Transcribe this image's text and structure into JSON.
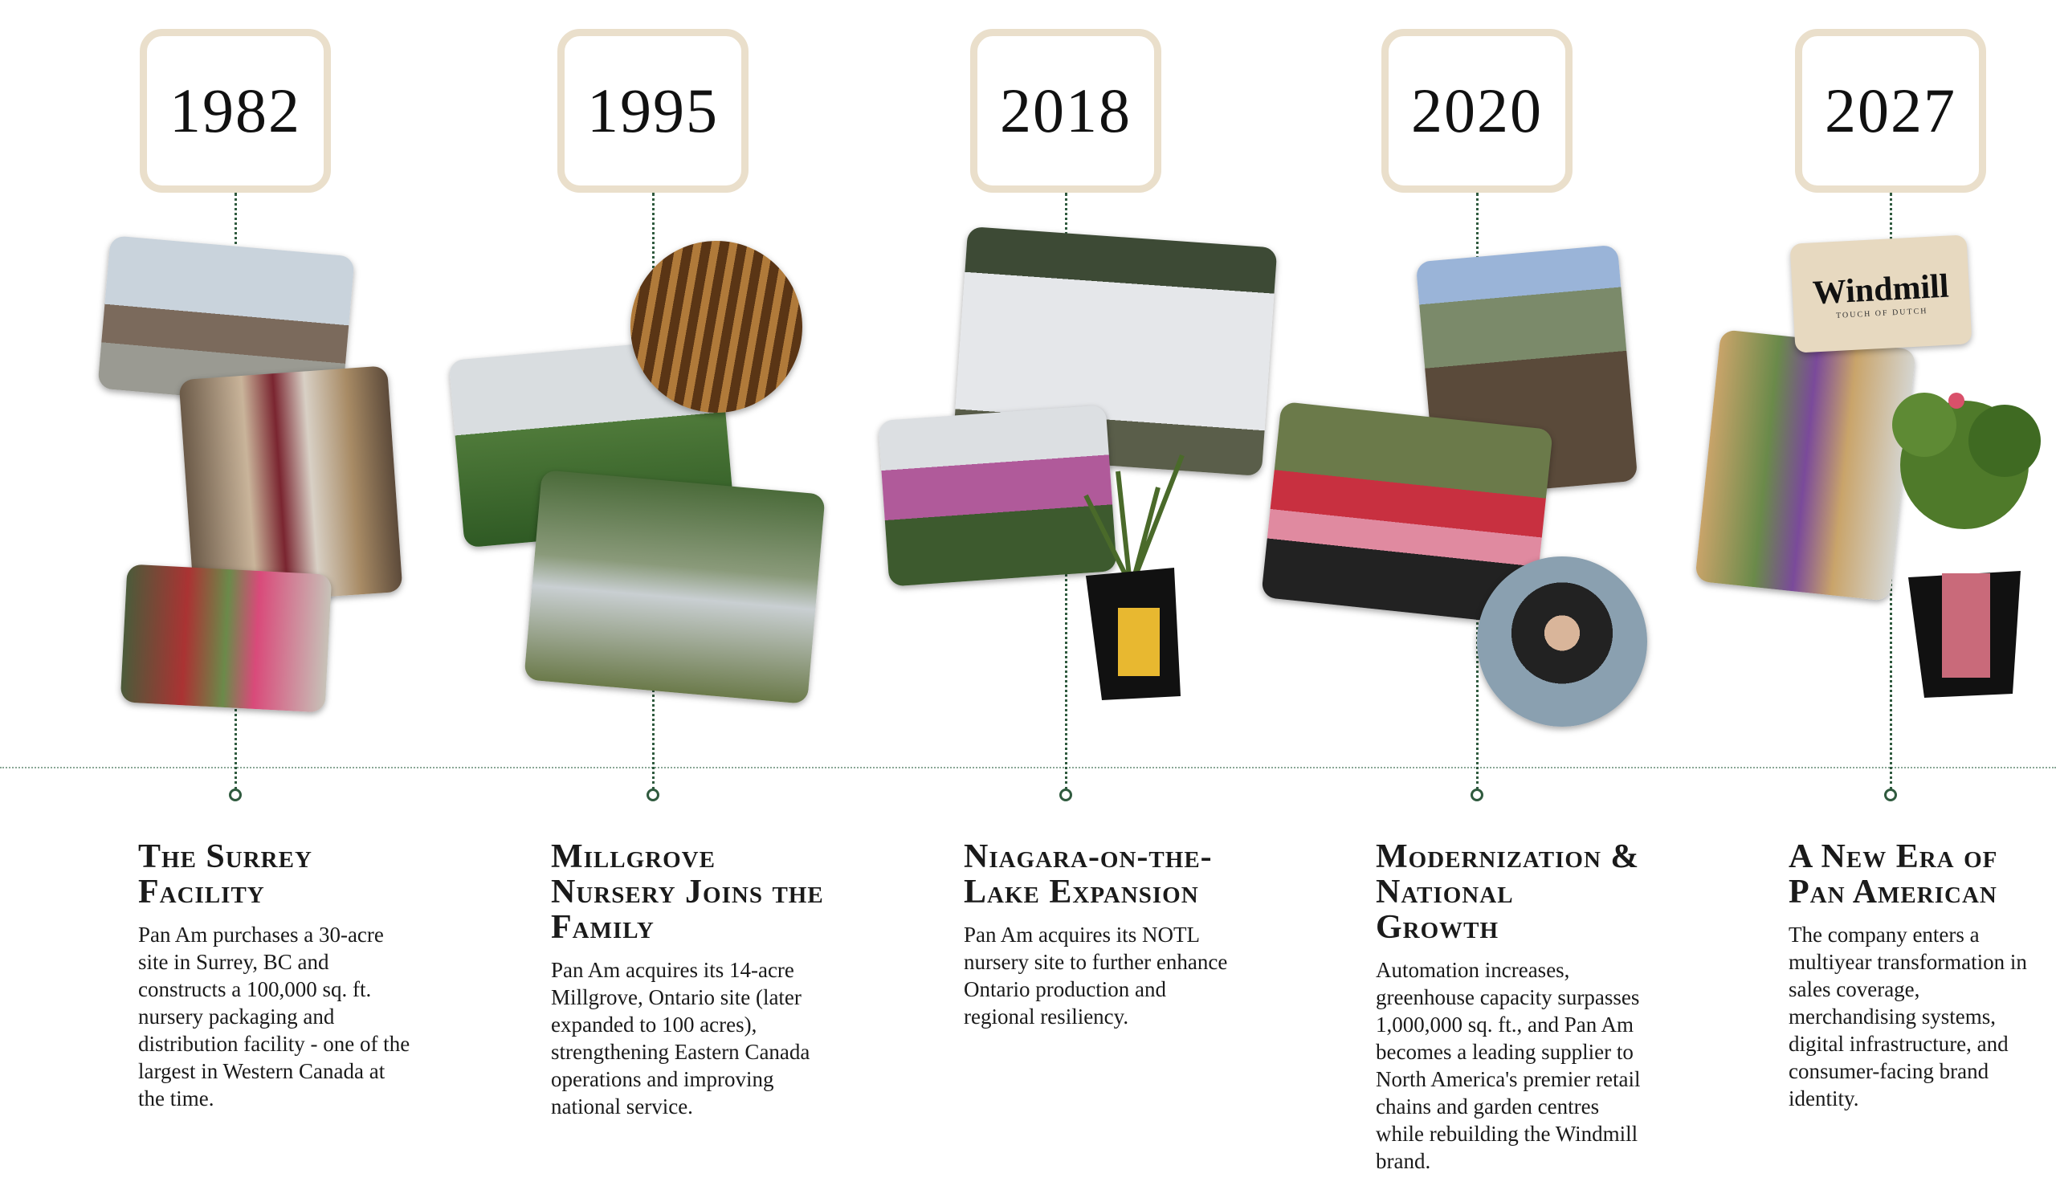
{
  "milestones": [
    {
      "year": "1982",
      "title": "The Surrey Facility",
      "body": "Pan Am purchases a 30-acre site in Surrey, BC and constructs a 100,000 sq. ft. nursery packaging and distribution facility - one of the largest in Western Canada at the time."
    },
    {
      "year": "1995",
      "title": "Millgrove Nursery Joins the Family",
      "body": "Pan Am acquires its 14-acre Millgrove, Ontario site (later expanded to 100 acres), strengthening Eastern Canada operations and improving national service."
    },
    {
      "year": "2018",
      "title": "Niagara-on-the-Lake Expansion",
      "body": "Pan Am acquires its NOTL nursery site to further enhance Ontario production and regional resiliency."
    },
    {
      "year": "2020",
      "title": "Modernization & National Growth",
      "body": "Automation increases, greenhouse capacity surpasses 1,000,000 sq. ft., and Pan Am becomes a leading supplier to North America's premier retail chains and garden centres while rebuilding the Windmill brand."
    },
    {
      "year": "2027",
      "title": "A New Era of Pan American",
      "body": "The company enters a multiyear transformation in sales coverage, merchandising systems, digital infrastructure, and consumer-facing brand identity."
    }
  ],
  "logo": {
    "name": "Windmill",
    "tagline": "TOUCH OF DUTCH"
  },
  "colors": {
    "accent": "#2f5a3e",
    "box_border": "#eadfcb"
  }
}
